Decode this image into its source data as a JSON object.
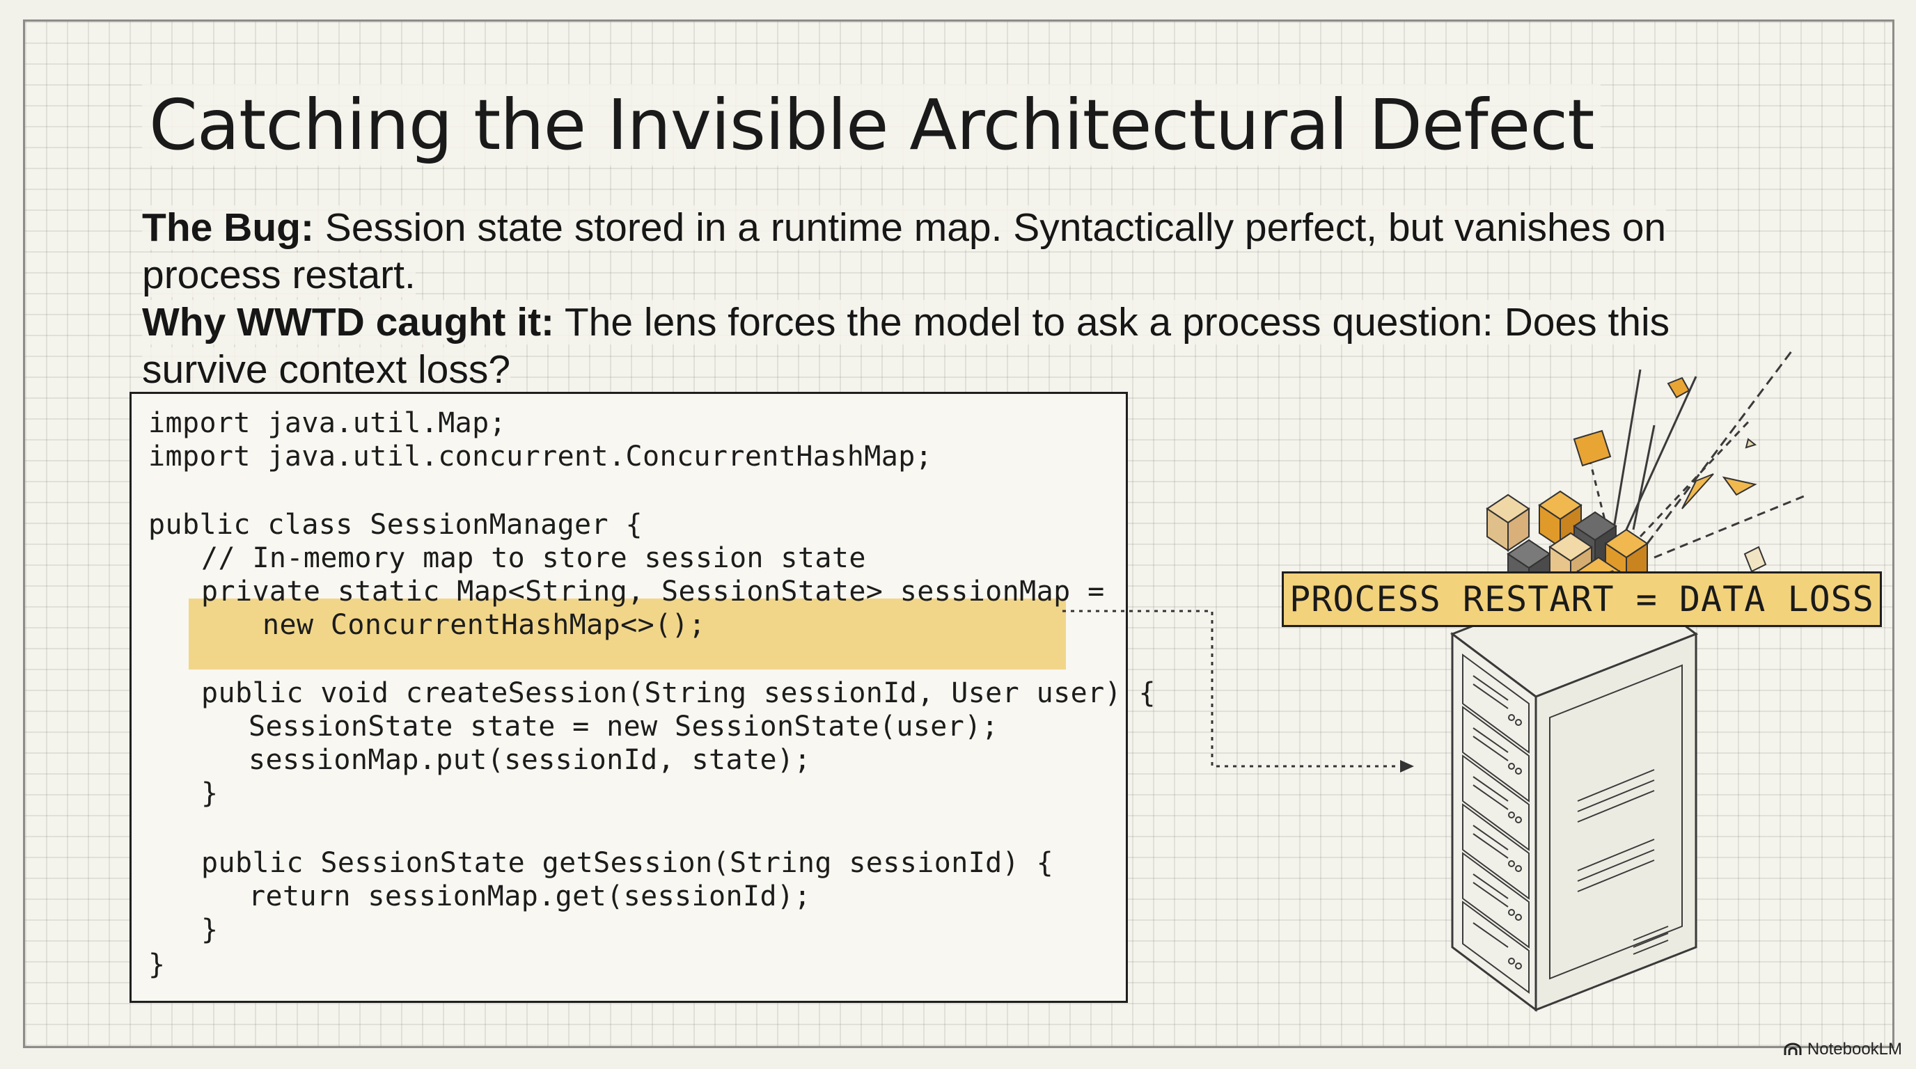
{
  "slide": {
    "title": "Catching the Invisible Architectural Defect",
    "bug_label": "The Bug:",
    "bug_text": " Session state stored in a runtime map. Syntactically perfect, but vanishes on process restart.",
    "why_label": "Why WWTD caught it:",
    "why_text": " The lens forces the model to ask a process question: Does this survive context loss?"
  },
  "code": {
    "lines": [
      "import java.util.Map;",
      "import java.util.concurrent.ConcurrentHashMap;",
      "public class SessionManager {",
      "// In-memory map to store session state",
      "private static Map<String, SessionState> sessionMap =",
      "new ConcurrentHashMap<>();",
      "public void createSession(String sessionId, User user) {",
      "SessionState state = new SessionState(user);",
      "sessionMap.put(sessionId, state);",
      "}",
      "public SessionState getSession(String sessionId) {",
      "return sessionMap.get(sessionId);",
      "}",
      "}"
    ]
  },
  "illustration": {
    "callout_label": "PROCESS RESTART = DATA LOSS"
  },
  "branding": {
    "name": "NotebookLM"
  },
  "colors": {
    "highlight": "#f1d68a",
    "accent_orange": "#e9a534",
    "label_fill": "#f3d27c"
  }
}
